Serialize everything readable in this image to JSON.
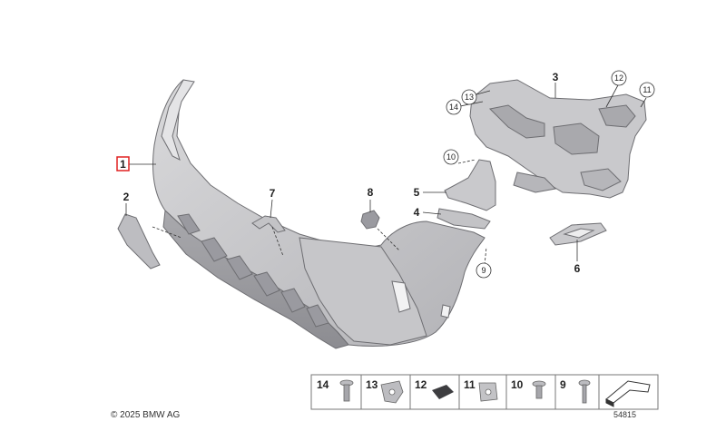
{
  "callouts": {
    "p1": "1",
    "p2": "2",
    "p3": "3",
    "p4": "4",
    "p5": "5",
    "p6": "6",
    "p7": "7",
    "p8": "8",
    "p9": "9",
    "p10": "10",
    "p11": "11",
    "p12": "12",
    "p13": "13",
    "p14": "14"
  },
  "legend": [
    "14",
    "13",
    "12",
    "11",
    "10",
    "9"
  ],
  "footer": {
    "copyright": "© 2025 BMW AG",
    "doc_id": "54815"
  },
  "colors": {
    "part_fill": "#cfcfd1",
    "part_stroke": "#6e6e72",
    "highlight": "#e02020"
  }
}
